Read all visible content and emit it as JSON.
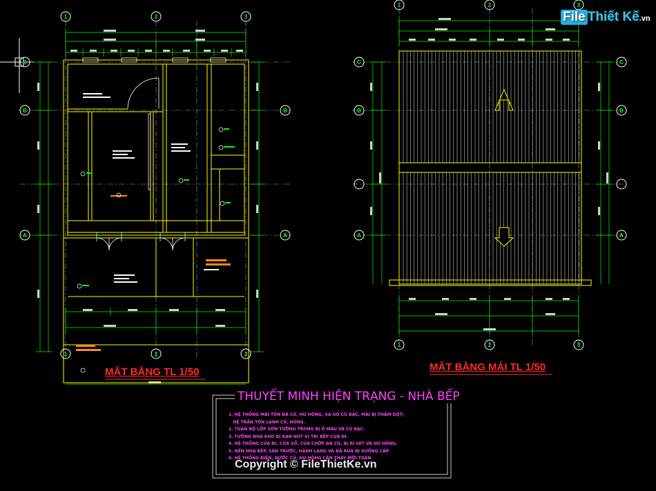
{
  "plans": {
    "floor_title": "MẶT BẰNG TL 1/50",
    "roof_title": "MẶT BẰNG MÁI TL 1/50"
  },
  "grid_labels": {
    "columns": [
      "1",
      "2",
      "3"
    ],
    "rows": [
      "C",
      "B",
      "A"
    ]
  },
  "notes": {
    "title": "THUYẾT MINH HIỆN TRẠNG - NHÀ BẾP",
    "items": [
      "1. HỆ THỐNG MÁI TÔN ĐÃ CŨ, HƯ HỎNG, XÀ GỒ CŨ BẠC, MÁI BỊ THẤM DỘT;",
      "   HỆ TRẦN TÔN LẠNH CŨ, HỎNG.",
      "2. TOÀN BỘ LỚP SƠN TƯỜNG TRONG BỊ Ố MÀU VÀ CŨ BẠC.",
      "3. TƯỜNG NHÀ KHO BỊ RẠN NỨT VỊ TRÍ BẾP CỬA ĐI.",
      "4. HỆ THỐNG CỬA ĐI, CỬA SỔ, CỬA CHỚP ĐÃ CŨ, BỊ RỈ SÉT VÀ HƯ HỎNG.",
      "5. NỀN NHÀ BẾP, SÂN TRƯỚC, HÀNH LANG VÀ ĐÃ RỬA BỊ XUỐNG CẤP.",
      "6. HỆ THỐNG ĐIỆN, NƯỚC CŨ, HƯ HỎNG CẦN THAY MỚI TOÀN"
    ]
  },
  "watermark": {
    "brand_part1": "File",
    "brand_part2": "Thiết Kế",
    "brand_suffix": ".vn",
    "copyright": "Copyright © FileThietKe.vn"
  },
  "colors": {
    "grid_bubble": "#ffffff",
    "grid_text": "#00ff00",
    "dim_line": "#00ff00",
    "wall": "#ffff00",
    "axis": "#a0a0a0",
    "title_red": "#ff2a2a",
    "notes_magenta": "#ff44ff"
  }
}
